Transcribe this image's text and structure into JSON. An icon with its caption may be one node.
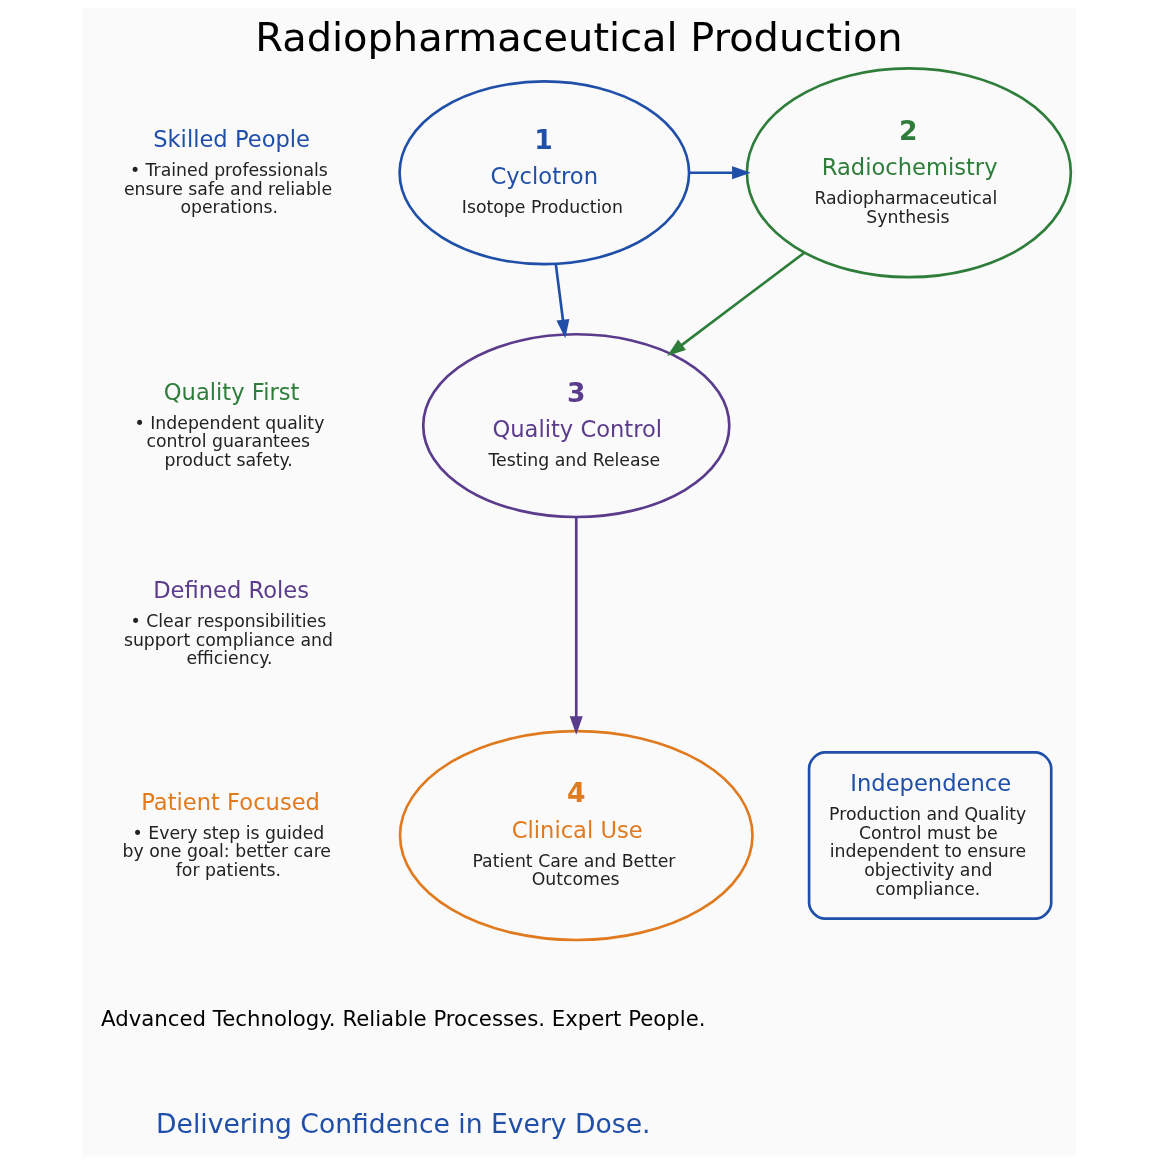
{
  "diagram": {
    "title": "Radiopharmaceutical Production",
    "caption": "Delivering Confidence in Every Dose.",
    "nodes": [
      {
        "text": [
          "1",
          "Cyclotron",
          "Isotope Production"
        ]
      },
      {
        "text": [
          "2",
          "Radiochemistry",
          "Radiopharmaceutical Synthesis"
        ]
      },
      {
        "text": [
          "3",
          "Quality Control",
          "Testing and Release"
        ]
      },
      {
        "text": [
          "4",
          "Clinical Use",
          "Patient Care and Better Outcomes"
        ]
      },
      {
        "text": [
          "Skilled People",
          "• Trained professionals ensure safe and reliable operations."
        ]
      },
      {
        "text": [
          "Quality First",
          "• Independent quality control guarantees product safety."
        ]
      },
      {
        "text": [
          "Defined Roles",
          "• Clear responsibilities support compliance and efficiency."
        ]
      },
      {
        "text": [
          "Patient Focused",
          "• Every step is guided by one goal: better care for patients."
        ]
      },
      {
        "text": [
          "Independence",
          "Production and Quality Control must be independent to ensure objectivity and compliance."
        ]
      }
    ],
    "edges": [
      {
        "from": 0,
        "to": 1,
        "arrow": "to",
        "color": "#1f4fa8"
      },
      {
        "from": 0,
        "to": 2,
        "arrow": "to",
        "color": "#1f4fa8"
      },
      {
        "from": 1,
        "to": 2,
        "arrow": "to",
        "color": "#2e7d3a"
      },
      {
        "from": 2,
        "to": 3,
        "arrow": "to",
        "color": "#5b3b8c"
      }
    ],
    "labels": [
      "Advanced Technology. Reliable Processes. Expert People."
    ]
  }
}
